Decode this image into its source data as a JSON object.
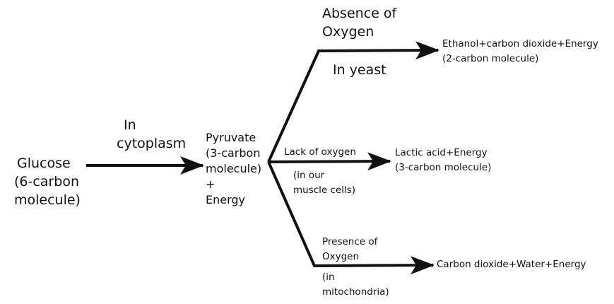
{
  "start": {
    "lines": [
      "Glucose",
      "(6-carbon",
      "molecule)"
    ]
  },
  "first_step": {
    "lines": [
      "In",
      "cytoplasm"
    ]
  },
  "pyruvate": {
    "lines": [
      "Pyruvate",
      "(3-carbon",
      "molecule)",
      "+",
      "Energy"
    ]
  },
  "branch_yeast": {
    "condition": [
      "Absence of",
      "Oxygen"
    ],
    "location": "In yeast",
    "product": [
      "Ethanol+carbon dioxide+Energy",
      "(2-carbon molecule)"
    ]
  },
  "branch_muscle": {
    "condition": "Lack of oxygen",
    "location": [
      "(in our",
      "muscle cells)"
    ],
    "product": [
      "Lactic acid+Energy",
      "(3-carbon molecule)"
    ]
  },
  "branch_mito": {
    "condition": [
      "Presence of",
      "Oxygen"
    ],
    "location": [
      "(in",
      "mitochondria)"
    ],
    "product": "Carbon dioxide+Water+Energy"
  }
}
